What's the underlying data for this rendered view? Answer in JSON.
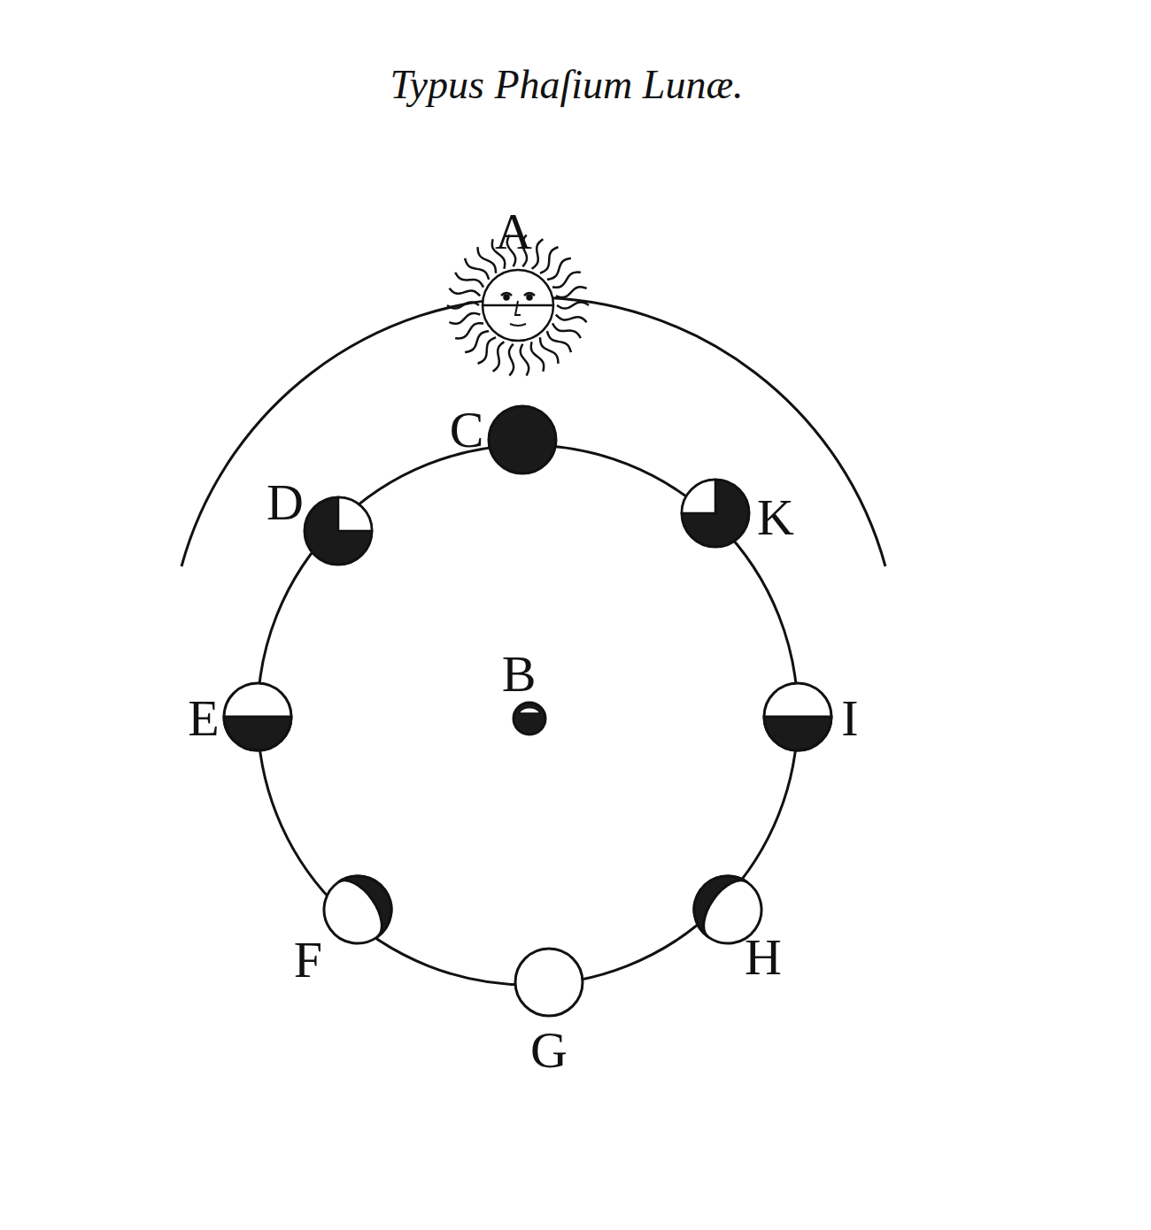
{
  "diagram": {
    "title": "Typus Phaſium Lunæ.",
    "labels": [
      "A",
      "C",
      "D",
      "K",
      "B",
      "E",
      "I",
      "F",
      "H",
      "G"
    ]
  }
}
